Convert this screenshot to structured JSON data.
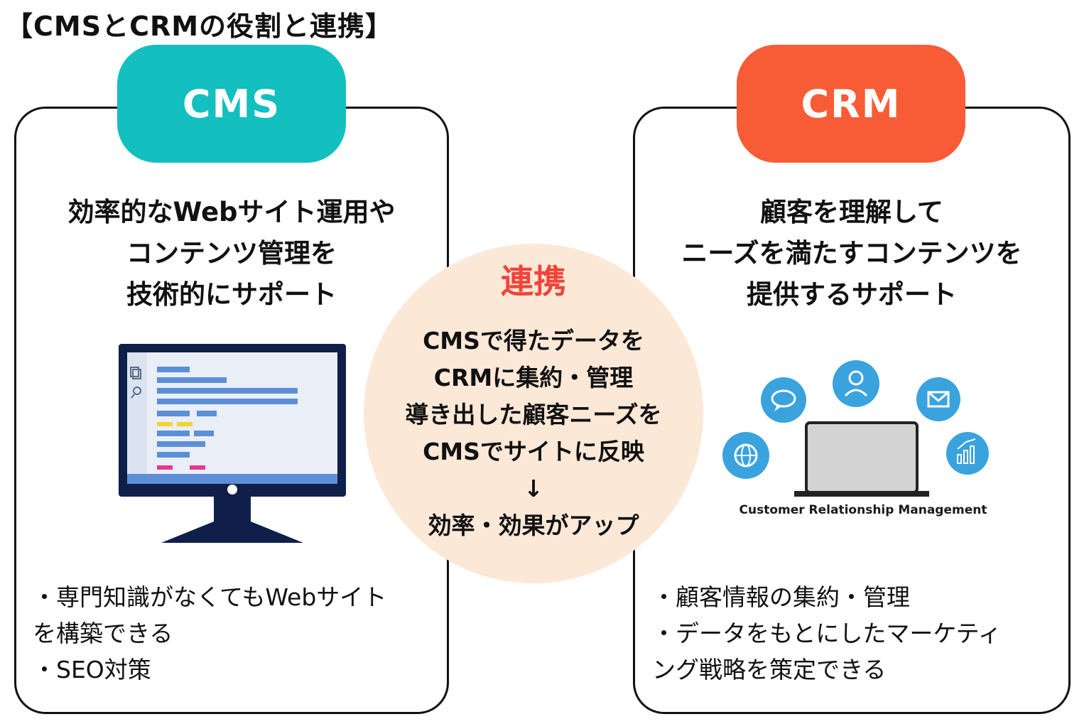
{
  "title": "【CMSとCRMの役割と連携】",
  "cms": {
    "label": "CMS",
    "color": "#13bfbf",
    "heading": [
      "効率的なWebサイト運用や",
      "コンテンツ管理を",
      "技術的にサポート"
    ],
    "illustration_icons": [
      "desktop-monitor-icon",
      "code-editor-icon",
      "copy-icon",
      "search-icon"
    ],
    "bullets": [
      "・専門知識がなくてもWebサイト",
      "を構築できる",
      "・SEO対策"
    ]
  },
  "crm": {
    "label": "CRM",
    "color": "#f85c36",
    "heading": [
      "顧客を理解して",
      "ニーズを満たすコンテンツを",
      "提供するサポート"
    ],
    "illustration_icons": [
      "laptop-icon",
      "user-icon",
      "chat-bubble-icon",
      "mail-icon",
      "globe-icon",
      "bar-chart-icon"
    ],
    "caption": "Customer Relationship Management",
    "bullets": [
      "・顧客情報の集約・管理",
      "・データをもとにしたマーケティ",
      "ング戦略を策定できる"
    ]
  },
  "link": {
    "title": "連携",
    "title_color": "#f0443a",
    "circle_color": "#fce8d7",
    "lines": [
      "CMSで得たデータを",
      "CRMに集約・管理",
      "導き出した顧客ニーズを",
      "CMSでサイトに反映",
      "↓",
      "効率・効果がアップ"
    ]
  }
}
